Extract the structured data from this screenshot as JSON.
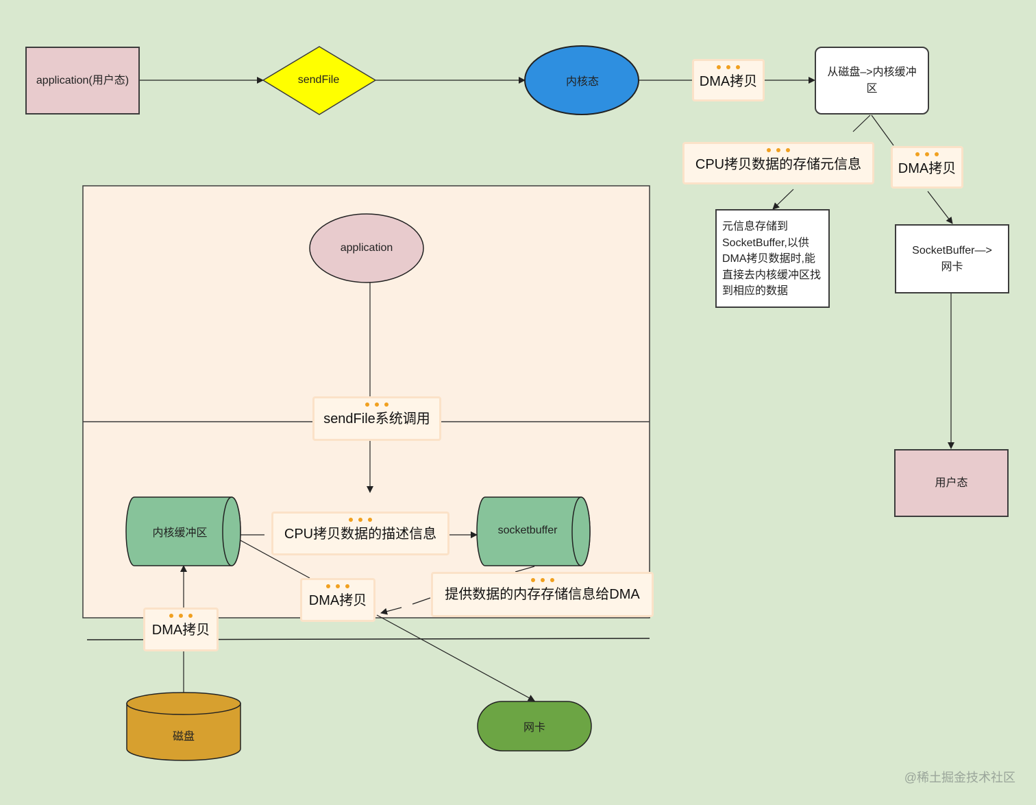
{
  "top_flow": {
    "application_user": "application(用户态)",
    "sendfile": "sendFile",
    "kernel_state": "内核态",
    "dma_copy_1": "DMA拷贝",
    "disk_to_kernel_buffer": "从磁盘–>内核缓冲区",
    "cpu_copy_meta": "CPU拷贝数据的存储元信息",
    "dma_copy_2": "DMA拷贝",
    "meta_note": [
      "元信息存储到",
      "SocketBuffer,以供",
      "DMA拷贝数据时,能",
      "直接去内核缓冲区找",
      "到相应的数据"
    ],
    "socketbuffer_to_nic": "SocketBuffer—>网卡",
    "user_state": "用户态"
  },
  "lower_diagram": {
    "application": "application",
    "sendfile_syscall": "sendFile系统调用",
    "kernel_buffer": "内核缓冲区",
    "cpu_copy_desc": "CPU拷贝数据的描述信息",
    "socketbuffer": "socketbuffer",
    "dma_copy_middle": "DMA拷贝",
    "provide_memory_info": "提供数据的内存存储信息给DMA",
    "dma_copy_bottom": "DMA拷贝",
    "disk": "磁盘",
    "nic": "网卡"
  },
  "watermark": "@稀土掘金技术社区",
  "colors": {
    "background": "#d9e8cf",
    "panel": "#fdf0e3",
    "pink": "#e8cbcd",
    "diamond_yellow": "#ffff00",
    "ellipse_blue": "#2e8fe0",
    "cylinder_green": "#87c39a",
    "disk_gold": "#d7a02f",
    "nic_green": "#6ca544",
    "tag_dots": "#f0a020"
  }
}
